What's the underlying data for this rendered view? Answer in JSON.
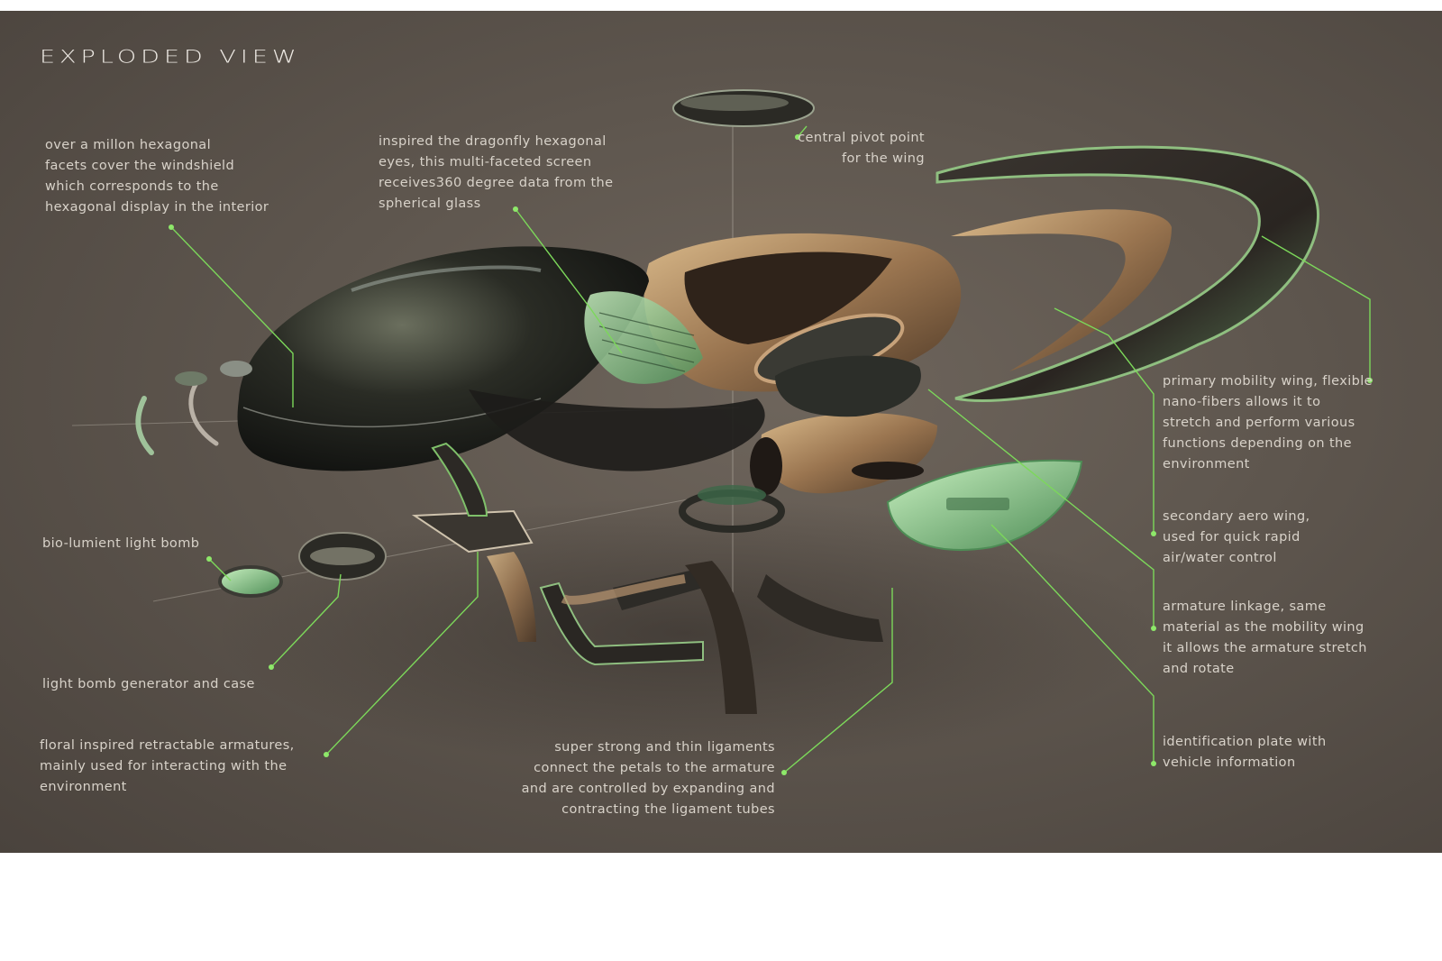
{
  "title": "EXPLODED VIEW",
  "colors": {
    "callout": "#7cd85a",
    "background": "#5e564e",
    "text": "#d8d2c9"
  },
  "annotations": [
    {
      "id": "windshield",
      "lines": [
        "over a millon hexagonal",
        "facets cover the windshield",
        "which corresponds to the",
        "hexagonal display in the interior"
      ]
    },
    {
      "id": "screen",
      "lines": [
        "inspired the dragonfly hexagonal",
        "eyes, this multi-faceted screen",
        "receives360 degree data from the",
        "spherical glass"
      ]
    },
    {
      "id": "pivot",
      "lines": [
        "central pivot point",
        "for the wing"
      ]
    },
    {
      "id": "primary-wing",
      "lines": [
        "primary mobility wing, flexible",
        "nano-fibers allows it to",
        "stretch and perform various",
        "functions depending on the",
        "environment"
      ]
    },
    {
      "id": "secondary-wing",
      "lines": [
        "secondary aero wing,",
        "used for quick rapid",
        "air/water control"
      ]
    },
    {
      "id": "armature-linkage",
      "lines": [
        "armature linkage, same",
        "material as the mobility wing",
        "it allows the armature stretch",
        "and rotate"
      ]
    },
    {
      "id": "id-plate",
      "lines": [
        "identification plate with",
        "vehicle information"
      ]
    },
    {
      "id": "light-bomb",
      "lines": [
        "bio-lumient light bomb"
      ]
    },
    {
      "id": "bomb-generator",
      "lines": [
        "light bomb generator and case"
      ]
    },
    {
      "id": "armatures",
      "lines": [
        "floral inspired retractable armatures,",
        "mainly used for interacting with the",
        "environment"
      ]
    },
    {
      "id": "ligaments",
      "lines": [
        "super strong and thin ligaments",
        "connect the petals to the armature",
        "and are controlled by expanding and",
        "contracting the ligament tubes"
      ]
    }
  ]
}
